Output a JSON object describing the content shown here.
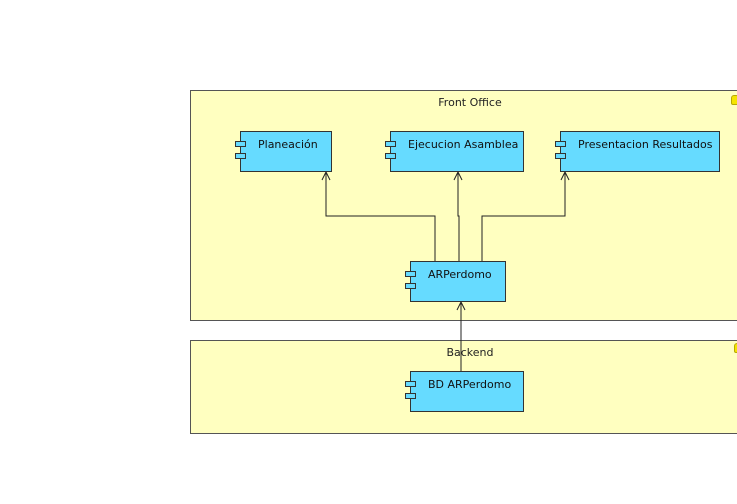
{
  "packages": {
    "front_office": {
      "title": "Front Office"
    },
    "backend": {
      "title": "Backend"
    }
  },
  "components": {
    "planeacion": {
      "label": "Planeación"
    },
    "ejecucion": {
      "label": "Ejecucion Asamblea"
    },
    "presentacion": {
      "label": "Presentacion Resultados"
    },
    "arperdomo": {
      "label": "ARPerdomo"
    },
    "bd_arperdomo": {
      "label": "BD ARPerdomo"
    }
  },
  "colors": {
    "package_fill": "#ffffc0",
    "component_fill": "#66dbff",
    "line": "#222222"
  }
}
